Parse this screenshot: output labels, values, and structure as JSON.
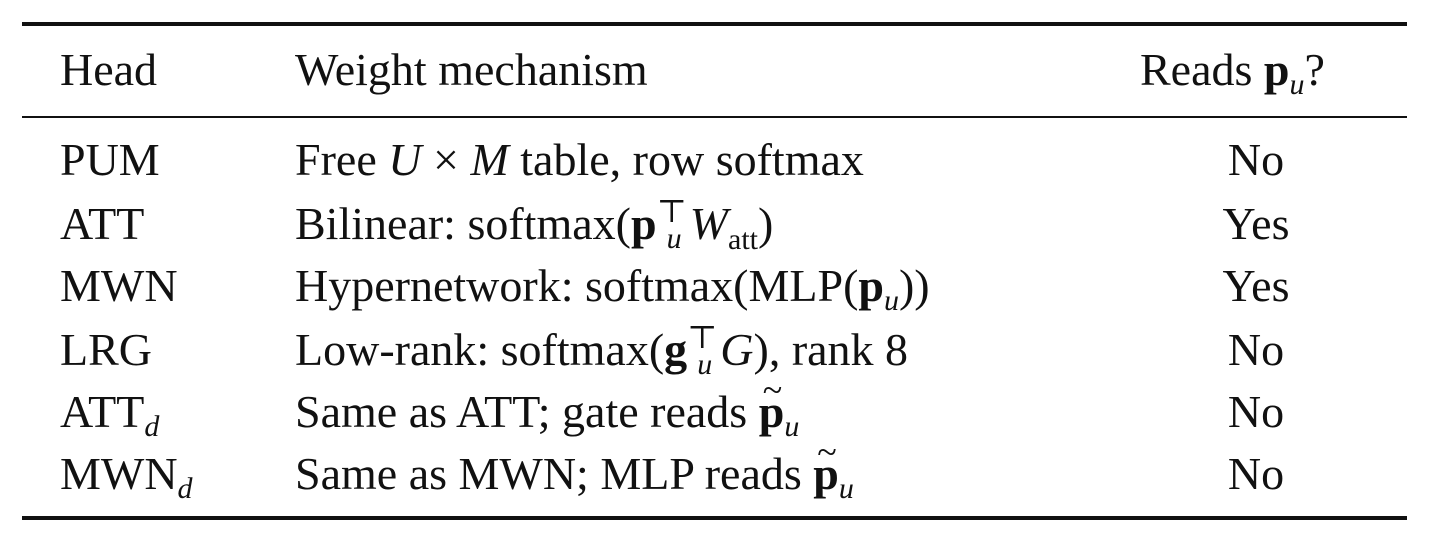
{
  "table": {
    "headers": {
      "head": "Head",
      "mechanism": "Weight mechanism",
      "reads_prefix": "Reads ",
      "reads_p": "p",
      "reads_u": "u",
      "reads_q": "?"
    },
    "rows": [
      {
        "head": "PUM",
        "mech_a": "Free ",
        "mech_U": "U",
        "mech_times": " × ",
        "mech_M": "M",
        "mech_b": " table, row softmax",
        "reads": "No"
      },
      {
        "head": "ATT",
        "mech_a": "Bilinear: softmax(",
        "mech_p": "p",
        "mech_sup": "⊤",
        "mech_sub": "u",
        "mech_W": "W",
        "mech_att": "att",
        "mech_b": ")",
        "reads": "Yes"
      },
      {
        "head": "MWN",
        "mech_a": "Hypernetwork: softmax(MLP(",
        "mech_p": "p",
        "mech_sub": "u",
        "mech_b": "))",
        "reads": "Yes"
      },
      {
        "head": "LRG",
        "mech_a": "Low-rank: softmax(",
        "mech_g": "g",
        "mech_sup": "⊤",
        "mech_sub": "u",
        "mech_G": "G",
        "mech_b": "), rank 8",
        "reads": "No"
      },
      {
        "head": "ATT",
        "head_sub": "d",
        "mech_a": "Same as ATT; gate reads ",
        "mech_p": "p",
        "mech_sub": "u",
        "reads": "No"
      },
      {
        "head": "MWN",
        "head_sub": "d",
        "mech_a": "Same as MWN; MLP reads ",
        "mech_p": "p",
        "mech_sub": "u",
        "reads": "No"
      }
    ]
  }
}
